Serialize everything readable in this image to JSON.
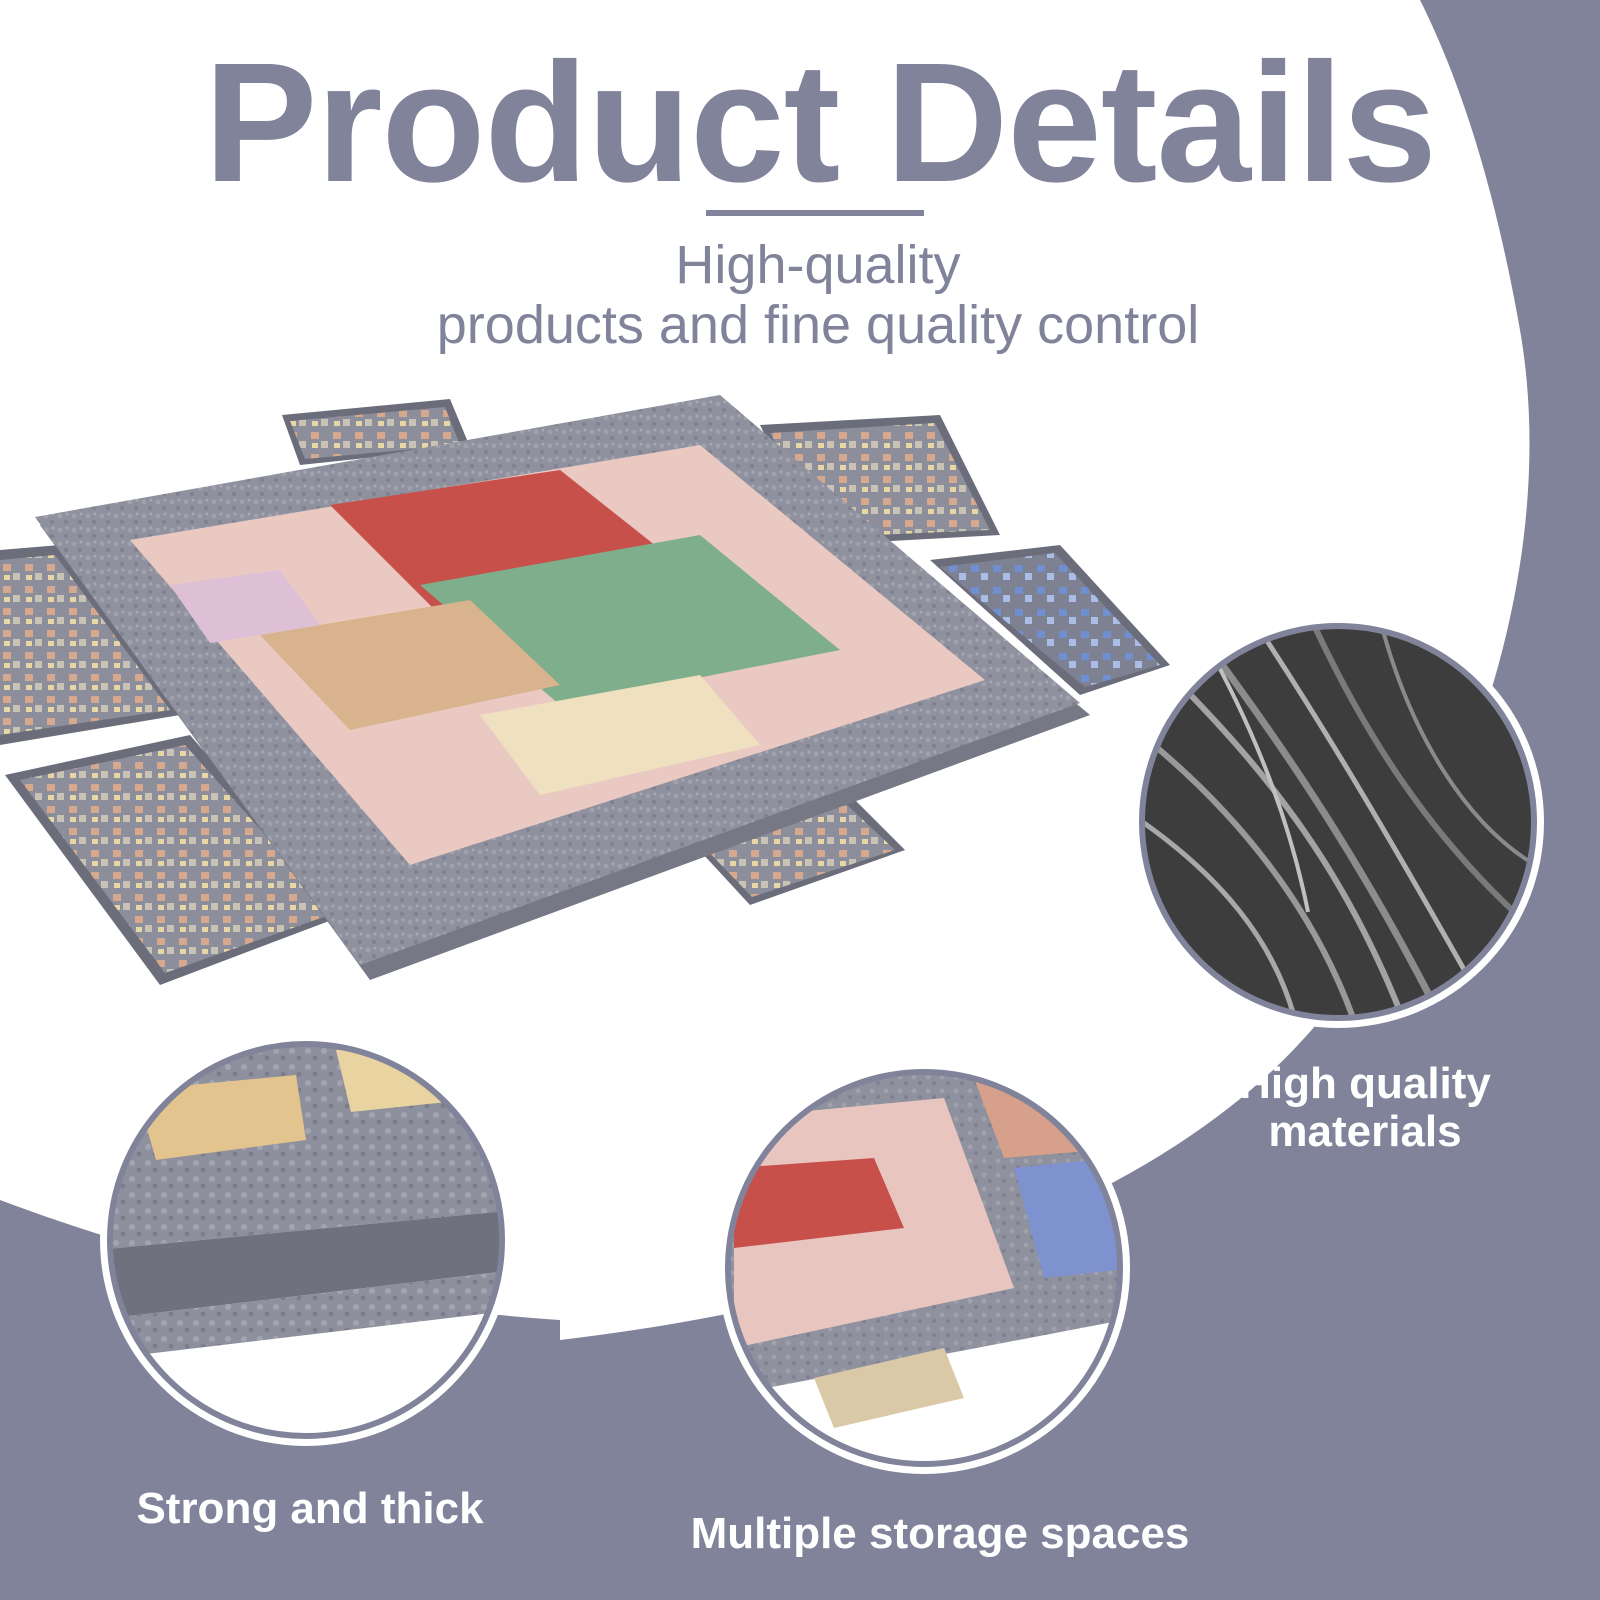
{
  "heading": {
    "title": "Product Details",
    "subtitle_line1": "High-quality",
    "subtitle_line2": "products and fine quality control"
  },
  "features": [
    {
      "label": "High quality",
      "label2": "materials",
      "icon": "fibers-closeup-icon"
    },
    {
      "label": "Strong and thick",
      "icon": "board-edge-closeup-icon"
    },
    {
      "label": "Multiple storage spaces",
      "icon": "drawers-closeup-icon"
    }
  ],
  "colors": {
    "accent": "#80839a",
    "felt": "#8f919e",
    "background": "#ffffff",
    "caption_text": "#ffffff"
  },
  "product": {
    "icon": "puzzle-board-with-drawers-icon"
  }
}
